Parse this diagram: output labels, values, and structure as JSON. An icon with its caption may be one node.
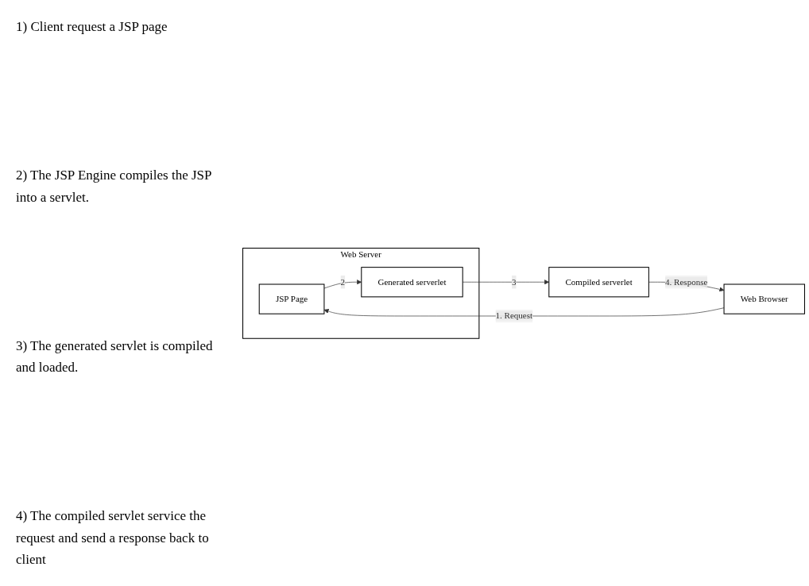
{
  "diagram": {
    "nodes": [
      {
        "text": [
          "Web Server"
        ]
      },
      {
        "text": [
          "JSP Page"
        ],
        "in": 0
      },
      {
        "text": [
          "Generated serverlet"
        ],
        "in": 0
      },
      {
        "text": [
          "Compiled serverlet"
        ]
      },
      {
        "text": [
          "Web Browser"
        ]
      }
    ],
    "edges": [
      {
        "from": 4,
        "to": 1,
        "arrow": "to",
        "label": "1. Request"
      },
      {
        "from": 1,
        "to": 2,
        "arrow": "to",
        "label": "2"
      },
      {
        "from": 2,
        "to": 3,
        "arrow": "to",
        "label": "3"
      },
      {
        "from": 3,
        "to": 4,
        "arrow": "to",
        "label": "4. Response"
      }
    ],
    "labels": [
      "1) Client request a JSP page",
      "2) The JSP Engine compiles the JSP into a servlet.",
      "3) The generated servlet is compiled and loaded.",
      "4) The compiled servlet service the request and send a response back to client"
    ]
  }
}
